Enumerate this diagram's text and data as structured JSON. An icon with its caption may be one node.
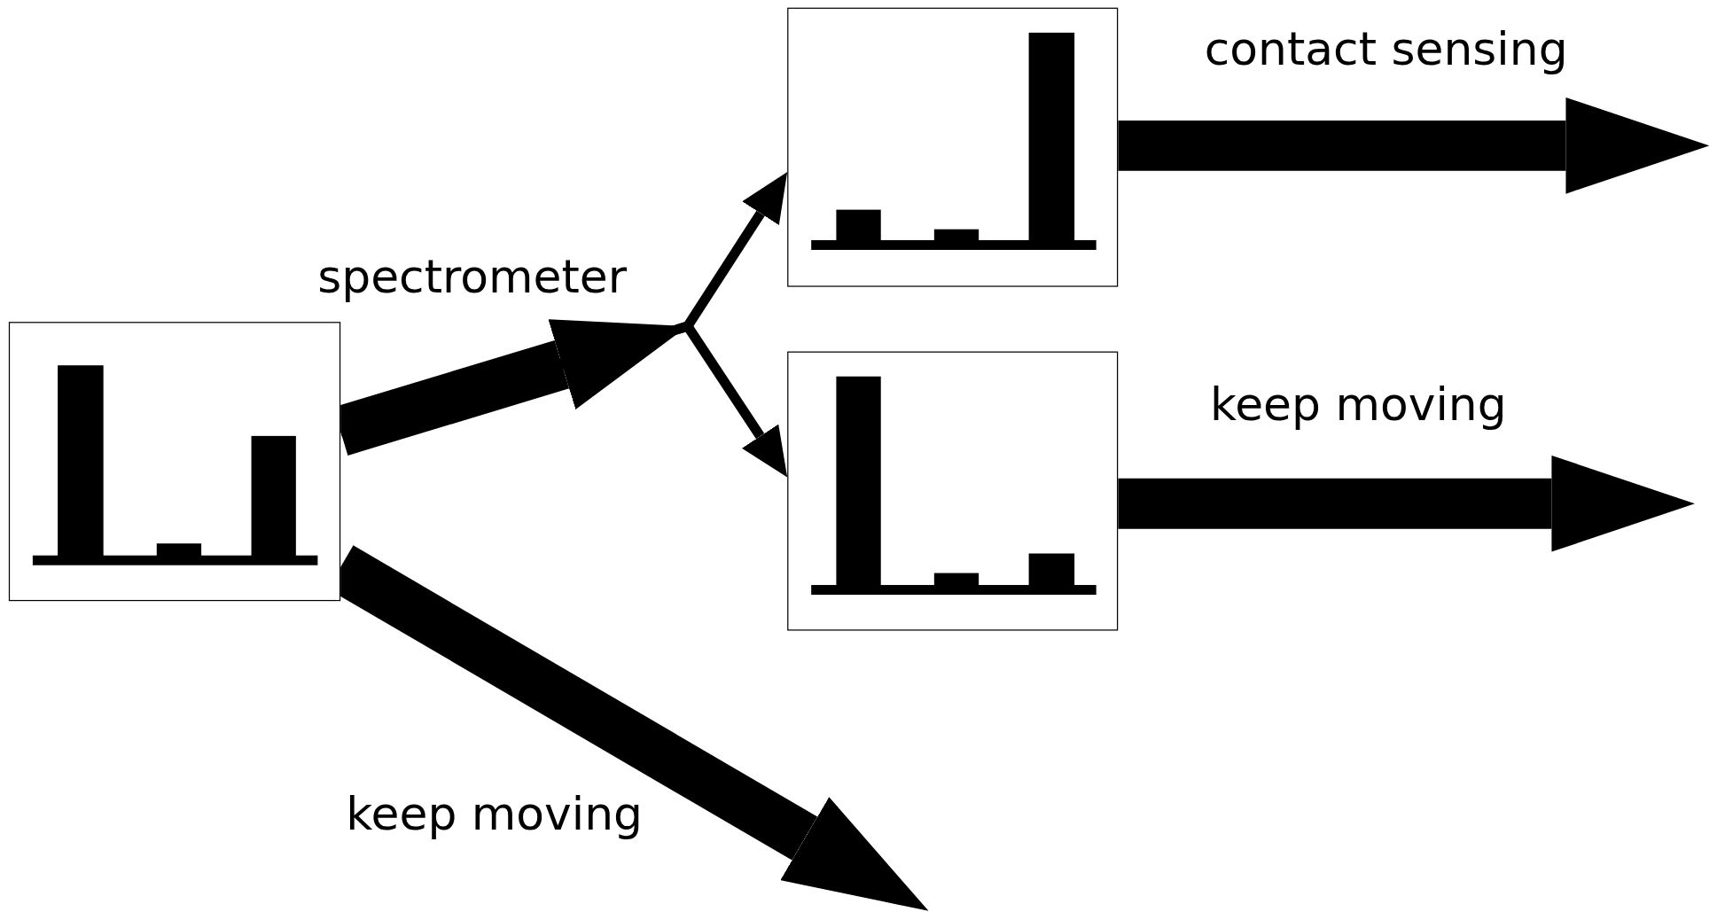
{
  "diagram": {
    "nodes": [
      {
        "text": [],
        "shape": "picture"
      },
      {
        "text": [],
        "shape": "picture"
      },
      {
        "text": [],
        "shape": "picture"
      }
    ],
    "edges": [
      {
        "from": 0,
        "to": 1,
        "arrow": "to",
        "label": "spectrometer"
      },
      {
        "from": 0,
        "to": 2,
        "arrow": "to"
      },
      {
        "from": 1,
        "to": null,
        "arrow": "to",
        "label": "contact sensing"
      },
      {
        "from": 2,
        "to": null,
        "arrow": "to",
        "label": "keep moving"
      },
      {
        "from": 0,
        "to": null,
        "arrow": "to",
        "label": "keep moving"
      }
    ]
  }
}
